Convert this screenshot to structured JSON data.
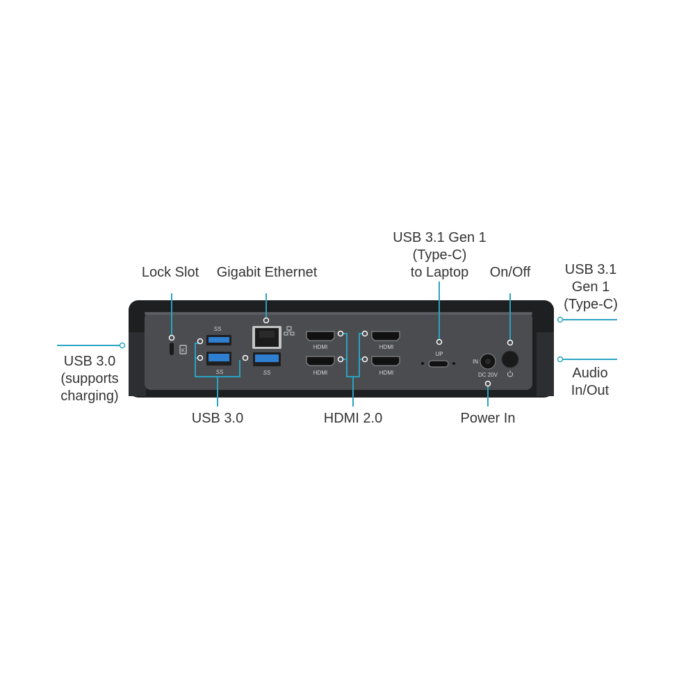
{
  "colors": {
    "accent": "#2aa3c1",
    "label_text": "#333333",
    "chassis_top": "#1e1f21",
    "panel": "#4a4c50",
    "port_blue": "#2f7fd1"
  },
  "labels": {
    "lock_slot": "Lock Slot",
    "gigabit_ethernet": "Gigabit Ethernet",
    "usb31_laptop": [
      "USB 3.1 Gen 1",
      "(Type-C)",
      "to Laptop"
    ],
    "on_off": "On/Off",
    "usb31_typec": [
      "USB 3.1",
      "Gen 1",
      "(Type-C)"
    ],
    "usb30_charging": [
      "USB 3.0",
      "(supports",
      "charging)"
    ],
    "usb30": "USB 3.0",
    "hdmi20": "HDMI 2.0",
    "power_in": "Power In",
    "audio": [
      "Audio",
      "In/Out"
    ]
  },
  "panel_markings": {
    "ss_logo": "SS",
    "hdmi": "HDMI",
    "up": "UP",
    "in": "IN",
    "dc": "DC 20V",
    "lock_k": "K"
  },
  "icons": {
    "usb": "usb-icon",
    "ethernet": "ethernet-icon",
    "power": "power-icon",
    "lock": "kensington-lock-icon"
  }
}
